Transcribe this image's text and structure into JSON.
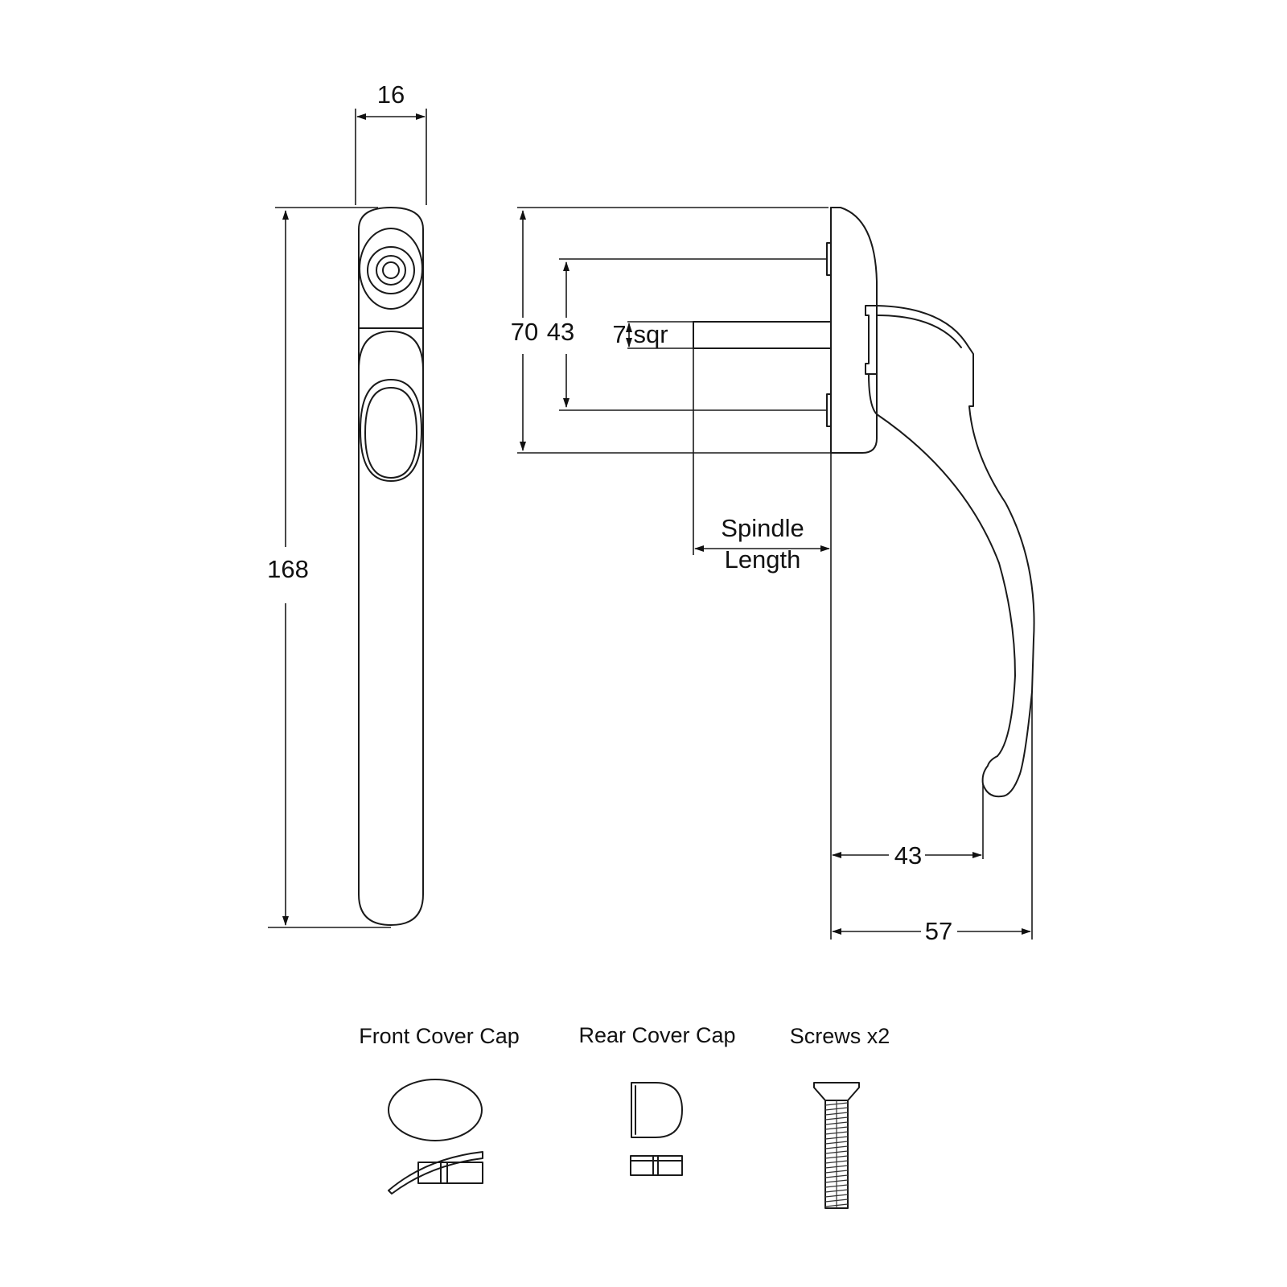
{
  "front_view": {
    "width_label": "16",
    "height_label": "168"
  },
  "side_view": {
    "outer_label": "70",
    "inner_label": "43",
    "spindle_size_num": "7",
    "spindle_size_unit": "sqr",
    "spindle_label_line1": "Spindle",
    "spindle_label_line2": "Length",
    "projection_label": "43",
    "overall_depth_label": "57"
  },
  "parts": {
    "front_cover_cap": "Front Cover Cap",
    "rear_cover_cap": "Rear Cover Cap",
    "screws": "Screws x2"
  }
}
